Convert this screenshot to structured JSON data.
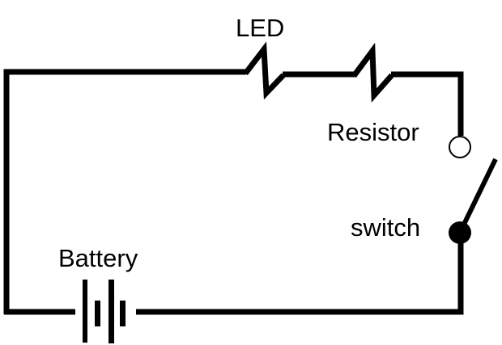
{
  "diagram": {
    "type": "circuit",
    "labels": {
      "led": "LED",
      "resistor": "Resistor",
      "switch": "switch",
      "battery": "Battery"
    },
    "components": [
      {
        "id": "battery",
        "kind": "battery",
        "cells": 2
      },
      {
        "id": "led",
        "kind": "zigzag"
      },
      {
        "id": "resistor",
        "kind": "zigzag"
      },
      {
        "id": "switch",
        "kind": "switch",
        "state": "open"
      }
    ],
    "connections": [
      [
        "battery",
        "led"
      ],
      [
        "led",
        "resistor"
      ],
      [
        "resistor",
        "switch"
      ],
      [
        "switch",
        "battery"
      ]
    ],
    "colors": {
      "stroke": "#000000",
      "background": "#ffffff"
    }
  }
}
